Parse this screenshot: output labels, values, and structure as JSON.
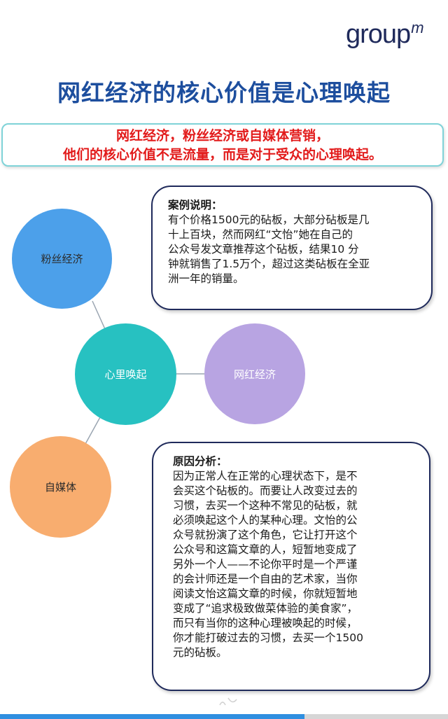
{
  "brand": {
    "logo_text": "group",
    "logo_mark": "m",
    "color": "#1f2a5b"
  },
  "title": "网红经济的核心价值是心理唤起",
  "banner": {
    "line1": "网红经济，粉丝经济或自媒体营销，",
    "line2": "他们的核心价值不是流量，而是对于受众的心理唤起。",
    "text_color": "#e21b1b",
    "border_color": "#7fd3d8"
  },
  "diagram": {
    "nodes": [
      {
        "id": "fans",
        "label": "粉丝经济",
        "color": "#4ca0ea"
      },
      {
        "id": "core",
        "label": "心里唤起",
        "color": "#27c1c1"
      },
      {
        "id": "wanghong",
        "label": "网红经济",
        "color": "#b8a4e2"
      },
      {
        "id": "self_media",
        "label": "自媒体",
        "color": "#f8ad6f"
      }
    ]
  },
  "case": {
    "heading": "案例说明：",
    "lines": [
      "有个价格1500元的砧板，大部分砧板是几",
      "十上百块，然而网红“文怡”她在自己的",
      "公众号发文章推荐这个砧板，结果10 分",
      "钟就销售了1.5万个，超过这类砧板在全亚",
      "洲一年的销量。"
    ]
  },
  "analysis": {
    "heading": "原因分析：",
    "lines": [
      "因为正常人在正常的心理状态下，是不",
      "会买这个砧板的。而要让人改变过去的",
      "习惯，去买一个这种不常见的砧板，就",
      "必须唤起这个人的某种心理。文怡的公",
      "众号就扮演了这个角色，它让打开这个",
      "公众号和这篇文章的人，短暂地变成了",
      "另外一个人——不论你平时是一个严谨",
      "的会计师还是一个自由的艺术家，当你",
      "阅读文怡这篇文章的时候，你就短暂地",
      "变成了“追求极致做菜体验的美食家”，",
      "而只有当你的这种心理被唤起的时候，",
      "你才能打破过去的习惯，去买一个1500",
      "元的砧板。"
    ]
  },
  "progress": {
    "fraction": 0.68,
    "fill_color": "#2f8fe0"
  }
}
